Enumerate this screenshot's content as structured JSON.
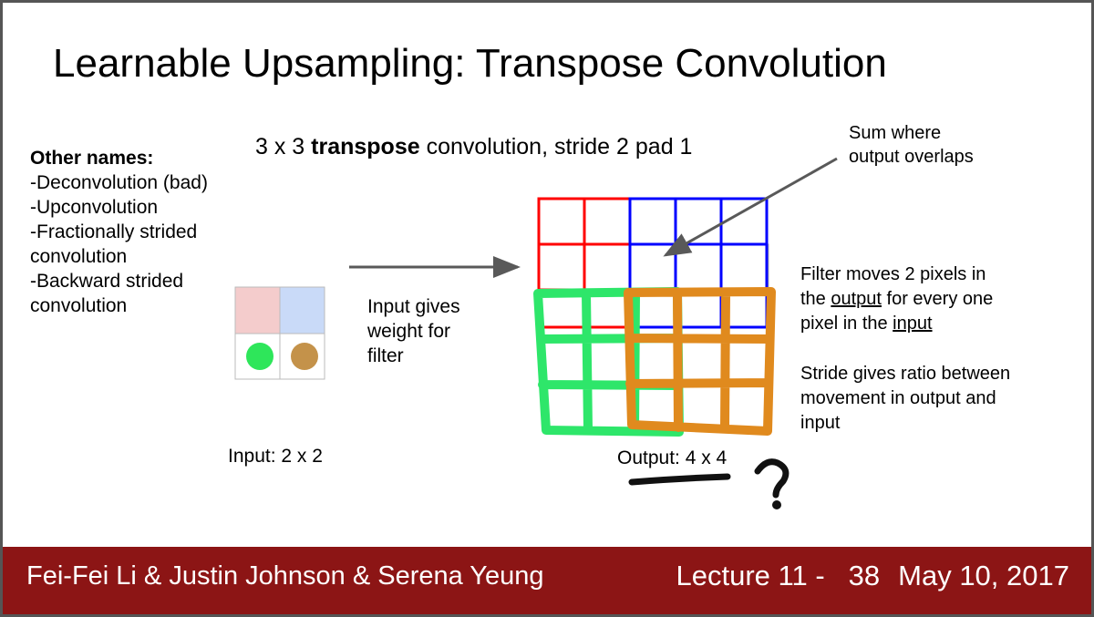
{
  "slide": {
    "title": "Learnable Upsampling: Transpose Convolution",
    "subtitle_pre": "3 x 3 ",
    "subtitle_bold": "transpose",
    "subtitle_post": " convolution, stride 2 pad 1",
    "other_names": {
      "heading": "Other names:",
      "items": [
        "-Deconvolution (bad)",
        "-Upconvolution",
        "-Fractionally strided",
        "convolution",
        "-Backward strided",
        "convolution"
      ]
    },
    "input_gives": [
      "Input gives",
      "weight for",
      "filter"
    ],
    "input_label": "Input: 2 x 2",
    "output_label": "Output: 4 x 4",
    "sum_note": [
      "Sum where",
      "output overlaps"
    ],
    "filter_note": {
      "line1": "Filter moves 2 pixels in",
      "line2_pre": "the ",
      "line2_u": "output",
      "line2_post": " for every one",
      "line3_pre": "pixel in the ",
      "line3_u": "input"
    },
    "stride_note": [
      "Stride gives ratio between",
      "movement in output and",
      "input"
    ],
    "question_mark": "?"
  },
  "footer": {
    "authors": "Fei-Fei Li & Justin Johnson & Serena Yeung",
    "lecture": "Lecture 11 -",
    "page": "38",
    "date": "May 10, 2017"
  },
  "colors": {
    "footer_bg": "#8c1515",
    "input_cell_pink": "#f4cccc",
    "input_cell_blue": "#c9daf8",
    "green_dot": "#2ee65a",
    "brown_dot": "#c4924a",
    "red_filter": "#ff0000",
    "blue_filter": "#0000ff",
    "green_scribble": "#2ee66a",
    "orange_scribble": "#e08a1e"
  }
}
